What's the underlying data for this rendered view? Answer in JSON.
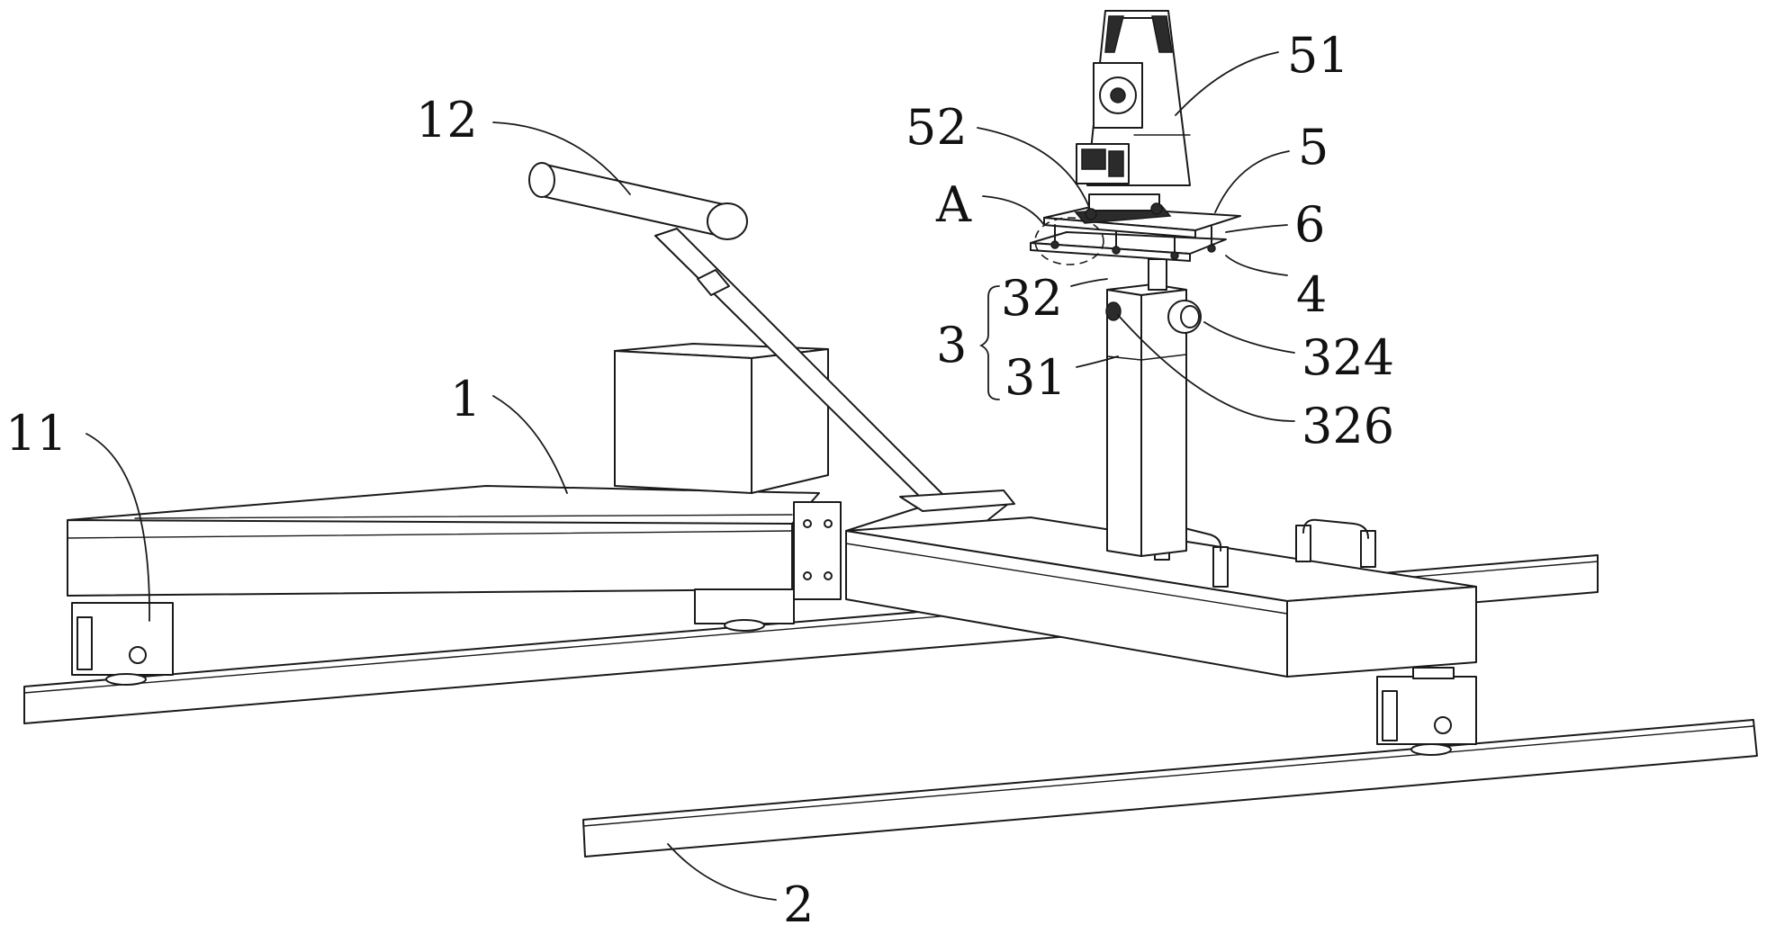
{
  "labels": {
    "l51": "51",
    "l12": "12",
    "l52": "52",
    "l5": "5",
    "lA": "A",
    "l6": "6",
    "l32": "32",
    "l4": "4",
    "l3": "3",
    "l324": "324",
    "l31": "31",
    "l1": "1",
    "l326": "326",
    "l11": "11",
    "l2": "2"
  }
}
